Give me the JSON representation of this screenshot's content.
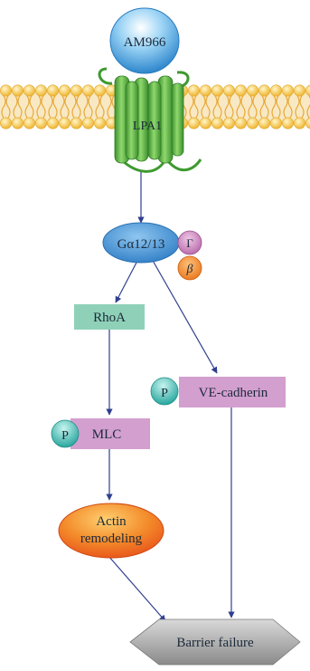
{
  "ligand": {
    "label": "AM966"
  },
  "receptor": {
    "label": "LPA1"
  },
  "g_protein": {
    "label": "Gα12/13",
    "gamma_label": "Γ",
    "beta_label": "β"
  },
  "nodes": {
    "rhoa": "RhoA",
    "ve_cadherin": "VE-cadherin",
    "mlc": "MLC",
    "actin_line1": "Actin",
    "actin_line2": "remodeling",
    "barrier_failure": "Barrier failure"
  },
  "phospho_label": "P",
  "colors": {
    "membrane_head": "#f3c64a",
    "membrane_tail": "#f4d9a0",
    "receptor": "#4fae3f",
    "ligand": "#4aa8e0",
    "g_alpha": "#3f8fd2",
    "gamma": "#c87bb8",
    "beta": "#f08a2a",
    "rhoa_box": "#8fd1b8",
    "pink_box": "#d39fcf",
    "phospho": "#3fb8b0",
    "actin": "#f06a1e",
    "barrier": "#9a9a9a",
    "arrow": "#2f3f8f"
  }
}
